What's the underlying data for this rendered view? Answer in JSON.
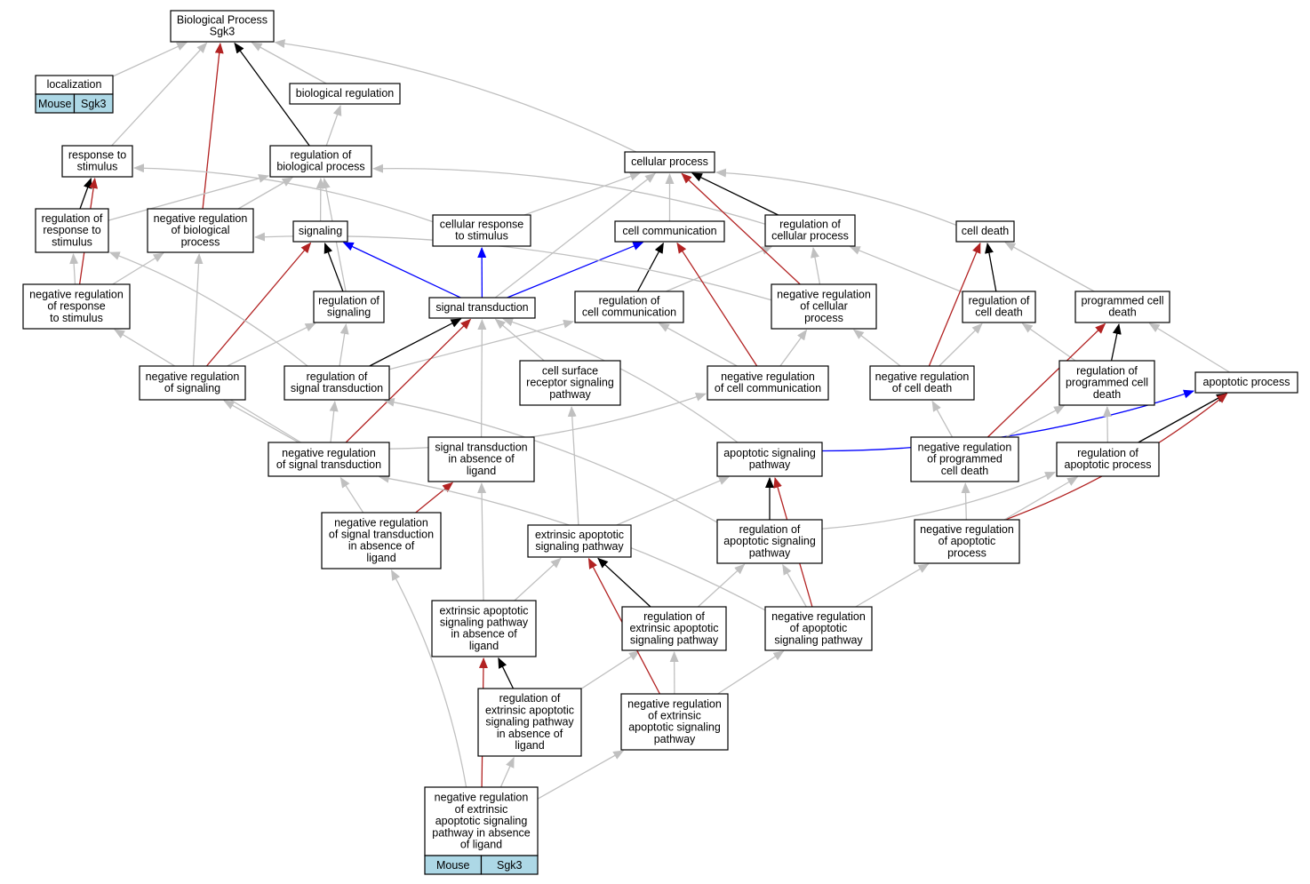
{
  "colors": {
    "is_a": "#c0c0c0",
    "part_of": "#000000",
    "regulates": "#0000ff",
    "negatively_regulates": "#b22222",
    "badge": "#add8e6"
  },
  "nodes": [
    {
      "id": "bp",
      "lines": [
        "Biological Process",
        "Sgk3"
      ]
    },
    {
      "id": "loc",
      "lines": [
        "localization"
      ],
      "badges": [
        "Mouse",
        "Sgk3"
      ]
    },
    {
      "id": "biolreg",
      "lines": [
        "biological regulation"
      ]
    },
    {
      "id": "resp",
      "lines": [
        "response to",
        "stimulus"
      ]
    },
    {
      "id": "regbp",
      "lines": [
        "regulation of",
        "biological process"
      ]
    },
    {
      "id": "cellproc",
      "lines": [
        "cellular process"
      ]
    },
    {
      "id": "regresp",
      "lines": [
        "regulation of",
        "response to",
        "stimulus"
      ]
    },
    {
      "id": "negregbp",
      "lines": [
        "negative regulation",
        "of biological",
        "process"
      ]
    },
    {
      "id": "signaling",
      "lines": [
        "signaling"
      ]
    },
    {
      "id": "cellresp",
      "lines": [
        "cellular response",
        "to stimulus"
      ]
    },
    {
      "id": "cellcomm",
      "lines": [
        "cell communication"
      ]
    },
    {
      "id": "regcp",
      "lines": [
        "regulation of",
        "cellular process"
      ]
    },
    {
      "id": "celldeath",
      "lines": [
        "cell death"
      ]
    },
    {
      "id": "negregresp",
      "lines": [
        "negative regulation",
        "of response",
        "to stimulus"
      ]
    },
    {
      "id": "regsig",
      "lines": [
        "regulation of",
        "signaling"
      ]
    },
    {
      "id": "sigtrans",
      "lines": [
        "signal transduction"
      ]
    },
    {
      "id": "regcc",
      "lines": [
        "regulation of",
        "cell communication"
      ]
    },
    {
      "id": "negregcp",
      "lines": [
        "negative regulation",
        "of cellular",
        "process"
      ]
    },
    {
      "id": "regcd",
      "lines": [
        "regulation of",
        "cell death"
      ]
    },
    {
      "id": "pcd",
      "lines": [
        "programmed cell",
        "death"
      ]
    },
    {
      "id": "negregsig",
      "lines": [
        "negative regulation",
        "of signaling"
      ]
    },
    {
      "id": "regst",
      "lines": [
        "regulation of",
        "signal transduction"
      ]
    },
    {
      "id": "csrsp",
      "lines": [
        "cell surface",
        "receptor signaling",
        "pathway"
      ]
    },
    {
      "id": "negregcc",
      "lines": [
        "negative regulation",
        "of cell communication"
      ]
    },
    {
      "id": "negregcd",
      "lines": [
        "negative regulation",
        "of cell death"
      ]
    },
    {
      "id": "regpcd",
      "lines": [
        "regulation of",
        "programmed cell",
        "death"
      ]
    },
    {
      "id": "apop",
      "lines": [
        "apoptotic process"
      ]
    },
    {
      "id": "negregst",
      "lines": [
        "negative regulation",
        "of signal transduction"
      ]
    },
    {
      "id": "stal",
      "lines": [
        "signal transduction",
        "in absence of",
        "ligand"
      ]
    },
    {
      "id": "asp",
      "lines": [
        "apoptotic signaling",
        "pathway"
      ]
    },
    {
      "id": "negregpcd",
      "lines": [
        "negative regulation",
        "of programmed",
        "cell death"
      ]
    },
    {
      "id": "regap",
      "lines": [
        "regulation of",
        "apoptotic process"
      ]
    },
    {
      "id": "negregstal",
      "lines": [
        "negative regulation",
        "of signal transduction",
        "in absence of",
        "ligand"
      ]
    },
    {
      "id": "easp",
      "lines": [
        "extrinsic apoptotic",
        "signaling pathway"
      ]
    },
    {
      "id": "regasp",
      "lines": [
        "regulation of",
        "apoptotic signaling",
        "pathway"
      ]
    },
    {
      "id": "negregap",
      "lines": [
        "negative regulation",
        "of apoptotic",
        "process"
      ]
    },
    {
      "id": "easpal",
      "lines": [
        "extrinsic apoptotic",
        "signaling pathway",
        "in absence of",
        "ligand"
      ]
    },
    {
      "id": "regeasp",
      "lines": [
        "regulation of",
        "extrinsic apoptotic",
        "signaling pathway"
      ]
    },
    {
      "id": "negregasp",
      "lines": [
        "negative regulation",
        "of apoptotic",
        "signaling pathway"
      ]
    },
    {
      "id": "regeaspal",
      "lines": [
        "regulation of",
        "extrinsic apoptotic",
        "signaling pathway",
        "in absence of",
        "ligand"
      ]
    },
    {
      "id": "negregeasp",
      "lines": [
        "negative regulation",
        "of extrinsic",
        "apoptotic signaling",
        "pathway"
      ]
    },
    {
      "id": "negregeaspal",
      "lines": [
        "negative regulation",
        "of extrinsic",
        "apoptotic signaling",
        "pathway in absence",
        "of ligand"
      ],
      "badges": [
        "Mouse",
        "Sgk3"
      ]
    }
  ],
  "edges": [
    {
      "from": "loc",
      "to": "bp",
      "type": "is_a"
    },
    {
      "from": "biolreg",
      "to": "bp",
      "type": "is_a"
    },
    {
      "from": "resp",
      "to": "bp",
      "type": "is_a"
    },
    {
      "from": "regbp",
      "to": "bp",
      "type": "part_of"
    },
    {
      "from": "regbp",
      "to": "biolreg",
      "type": "is_a"
    },
    {
      "from": "negregbp",
      "to": "bp",
      "type": "negatively_regulates"
    },
    {
      "from": "cellproc",
      "to": "bp",
      "type": "is_a"
    },
    {
      "from": "regresp",
      "to": "resp",
      "type": "part_of"
    },
    {
      "from": "regresp",
      "to": "regbp",
      "type": "is_a"
    },
    {
      "from": "negregresp",
      "to": "resp",
      "type": "negatively_regulates"
    },
    {
      "from": "negregresp",
      "to": "regresp",
      "type": "is_a"
    },
    {
      "from": "negregresp",
      "to": "negregbp",
      "type": "is_a"
    },
    {
      "from": "negregbp",
      "to": "regbp",
      "type": "is_a"
    },
    {
      "from": "signaling",
      "to": "regbp",
      "type": "is_a"
    },
    {
      "from": "cellresp",
      "to": "resp",
      "type": "is_a"
    },
    {
      "from": "cellresp",
      "to": "cellproc",
      "type": "is_a"
    },
    {
      "from": "cellcomm",
      "to": "cellproc",
      "type": "is_a"
    },
    {
      "from": "regcp",
      "to": "cellproc",
      "type": "part_of"
    },
    {
      "from": "regcp",
      "to": "regbp",
      "type": "is_a"
    },
    {
      "from": "celldeath",
      "to": "cellproc",
      "type": "is_a"
    },
    {
      "from": "regsig",
      "to": "signaling",
      "type": "part_of"
    },
    {
      "from": "regsig",
      "to": "regbp",
      "type": "is_a"
    },
    {
      "from": "sigtrans",
      "to": "signaling",
      "type": "regulates"
    },
    {
      "from": "sigtrans",
      "to": "cellresp",
      "type": "regulates"
    },
    {
      "from": "sigtrans",
      "to": "cellcomm",
      "type": "regulates"
    },
    {
      "from": "sigtrans",
      "to": "cellproc",
      "type": "is_a"
    },
    {
      "from": "regcc",
      "to": "cellcomm",
      "type": "part_of"
    },
    {
      "from": "regcc",
      "to": "regcp",
      "type": "is_a"
    },
    {
      "from": "negregcp",
      "to": "cellproc",
      "type": "negatively_regulates"
    },
    {
      "from": "negregcp",
      "to": "regcp",
      "type": "is_a"
    },
    {
      "from": "negregcp",
      "to": "negregbp",
      "type": "is_a"
    },
    {
      "from": "regcd",
      "to": "celldeath",
      "type": "part_of"
    },
    {
      "from": "regcd",
      "to": "regcp",
      "type": "is_a"
    },
    {
      "from": "pcd",
      "to": "celldeath",
      "type": "is_a"
    },
    {
      "from": "negregsig",
      "to": "signaling",
      "type": "negatively_regulates"
    },
    {
      "from": "negregsig",
      "to": "regsig",
      "type": "is_a"
    },
    {
      "from": "negregsig",
      "to": "negregbp",
      "type": "is_a"
    },
    {
      "from": "regst",
      "to": "sigtrans",
      "type": "part_of"
    },
    {
      "from": "regst",
      "to": "regsig",
      "type": "is_a"
    },
    {
      "from": "regst",
      "to": "regresp",
      "type": "is_a"
    },
    {
      "from": "regst",
      "to": "regcc",
      "type": "is_a"
    },
    {
      "from": "csrsp",
      "to": "sigtrans",
      "type": "is_a"
    },
    {
      "from": "negregcc",
      "to": "cellcomm",
      "type": "negatively_regulates"
    },
    {
      "from": "negregcc",
      "to": "regcc",
      "type": "is_a"
    },
    {
      "from": "negregcc",
      "to": "negregcp",
      "type": "is_a"
    },
    {
      "from": "negregcd",
      "to": "celldeath",
      "type": "negatively_regulates"
    },
    {
      "from": "negregcd",
      "to": "regcd",
      "type": "is_a"
    },
    {
      "from": "negregcd",
      "to": "negregcp",
      "type": "is_a"
    },
    {
      "from": "regpcd",
      "to": "pcd",
      "type": "part_of"
    },
    {
      "from": "regpcd",
      "to": "regcd",
      "type": "is_a"
    },
    {
      "from": "apop",
      "to": "pcd",
      "type": "is_a"
    },
    {
      "from": "negregst",
      "to": "sigtrans",
      "type": "negatively_regulates"
    },
    {
      "from": "negregst",
      "to": "regst",
      "type": "is_a"
    },
    {
      "from": "negregst",
      "to": "negregsig",
      "type": "is_a"
    },
    {
      "from": "negregst",
      "to": "negregresp",
      "type": "is_a"
    },
    {
      "from": "negregst",
      "to": "negregcc",
      "type": "is_a"
    },
    {
      "from": "stal",
      "to": "sigtrans",
      "type": "is_a"
    },
    {
      "from": "asp",
      "to": "apop",
      "type": "regulates"
    },
    {
      "from": "asp",
      "to": "sigtrans",
      "type": "is_a"
    },
    {
      "from": "negregpcd",
      "to": "pcd",
      "type": "negatively_regulates"
    },
    {
      "from": "negregpcd",
      "to": "regpcd",
      "type": "is_a"
    },
    {
      "from": "negregpcd",
      "to": "negregcd",
      "type": "is_a"
    },
    {
      "from": "regap",
      "to": "apop",
      "type": "part_of"
    },
    {
      "from": "regap",
      "to": "regpcd",
      "type": "is_a"
    },
    {
      "from": "negregstal",
      "to": "stal",
      "type": "negatively_regulates"
    },
    {
      "from": "negregstal",
      "to": "negregst",
      "type": "is_a"
    },
    {
      "from": "easp",
      "to": "asp",
      "type": "is_a"
    },
    {
      "from": "easp",
      "to": "csrsp",
      "type": "is_a"
    },
    {
      "from": "regasp",
      "to": "asp",
      "type": "part_of"
    },
    {
      "from": "regasp",
      "to": "regst",
      "type": "is_a"
    },
    {
      "from": "regasp",
      "to": "regap",
      "type": "is_a"
    },
    {
      "from": "negregap",
      "to": "apop",
      "type": "negatively_regulates"
    },
    {
      "from": "negregap",
      "to": "regap",
      "type": "is_a"
    },
    {
      "from": "negregap",
      "to": "negregpcd",
      "type": "is_a"
    },
    {
      "from": "easpal",
      "to": "easp",
      "type": "is_a"
    },
    {
      "from": "easpal",
      "to": "stal",
      "type": "is_a"
    },
    {
      "from": "regeasp",
      "to": "easp",
      "type": "part_of"
    },
    {
      "from": "regeasp",
      "to": "regasp",
      "type": "is_a"
    },
    {
      "from": "negregasp",
      "to": "asp",
      "type": "negatively_regulates"
    },
    {
      "from": "negregasp",
      "to": "regasp",
      "type": "is_a"
    },
    {
      "from": "negregasp",
      "to": "negregst",
      "type": "is_a"
    },
    {
      "from": "negregasp",
      "to": "negregap",
      "type": "is_a"
    },
    {
      "from": "regeaspal",
      "to": "easpal",
      "type": "part_of"
    },
    {
      "from": "regeaspal",
      "to": "regeasp",
      "type": "is_a"
    },
    {
      "from": "negregeasp",
      "to": "easp",
      "type": "negatively_regulates"
    },
    {
      "from": "negregeasp",
      "to": "regeasp",
      "type": "is_a"
    },
    {
      "from": "negregeasp",
      "to": "negregasp",
      "type": "is_a"
    },
    {
      "from": "negregeaspal",
      "to": "easpal",
      "type": "negatively_regulates"
    },
    {
      "from": "negregeaspal",
      "to": "regeaspal",
      "type": "is_a"
    },
    {
      "from": "negregeaspal",
      "to": "negregeasp",
      "type": "is_a"
    },
    {
      "from": "negregeaspal",
      "to": "negregstal",
      "type": "is_a"
    }
  ]
}
